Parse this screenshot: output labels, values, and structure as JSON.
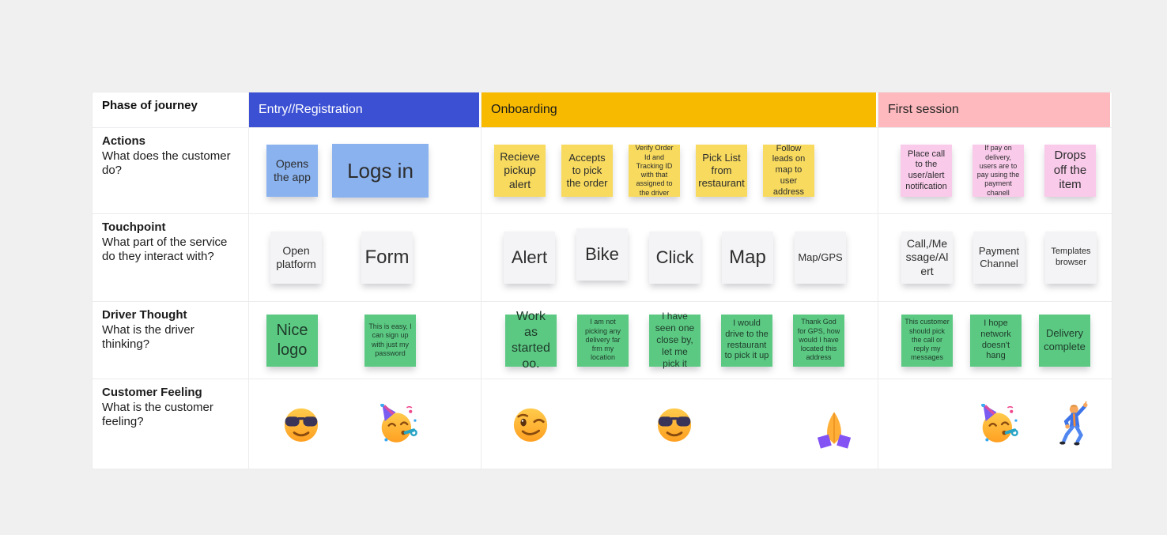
{
  "board": {
    "row_headers": [
      {
        "title": "Phase of journey",
        "subtitle": ""
      },
      {
        "title": "Actions",
        "subtitle": "What does the customer do?"
      },
      {
        "title": "Touchpoint",
        "subtitle": "What part of the service do they interact with?"
      },
      {
        "title": "Driver Thought",
        "subtitle": "What is the driver thinking?"
      },
      {
        "title": "Customer Feeling",
        "subtitle": "What is the customer feeling?"
      }
    ],
    "phases": [
      {
        "label": "Entry//Registration",
        "color": "#3C50D4",
        "text_color": "#ffffff"
      },
      {
        "label": "Onboarding",
        "color": "#F7BA00",
        "text_color": "#1b1b1b"
      },
      {
        "label": "First session",
        "color": "#FDB9BD",
        "text_color": "#242424"
      }
    ]
  },
  "notes": {
    "actions": {
      "entry": [
        "Opens the app",
        "Logs in"
      ],
      "onboarding": [
        "Recieve pickup alert",
        "Accepts to pick the order",
        "Verify Order Id and Tracking ID with that assigned to the driver",
        "Pick List from restaurant",
        "Follow leads on map to user address"
      ],
      "first_session": [
        "Place call to the user/alert notification",
        "If pay on delivery, users are to pay using the payment chanell",
        "Drops off the item"
      ]
    },
    "touchpoints": {
      "entry": [
        "Open platform",
        "Form"
      ],
      "onboarding": [
        "Alert",
        "Bike",
        "Click",
        "Map",
        "Map/GPS"
      ],
      "first_session": [
        "Call,/Message/Alert",
        "Payment Channel",
        "Templates browser"
      ]
    },
    "driver_thoughts": {
      "entry": [
        "Nice logo",
        "This is easy, I can sign up with just my password"
      ],
      "onboarding": [
        "Work as started oo.",
        "I am not picking any delivery far frm my location",
        "I have seen one close by, let me pick it",
        "I would drive to the restaurant to pick it up",
        "Thank God for GPS, how would I have located this address"
      ],
      "first_session": [
        "This customer should pick the call or reply my messages",
        "I hope network doesn't hang",
        "Delivery complete"
      ]
    },
    "feelings": {
      "entry": [
        {
          "name": "face-with-sunglasses",
          "ref": "#i-sunglasses"
        },
        {
          "name": "partying-face",
          "ref": "#i-party"
        }
      ],
      "onboarding": [
        {
          "name": "winking-face",
          "ref": "#i-wink"
        },
        {
          "name": "face-with-sunglasses",
          "ref": "#i-sunglasses"
        },
        {
          "name": "folded-hands",
          "ref": "#i-pray"
        }
      ],
      "first_session": [
        {
          "name": "partying-face",
          "ref": "#i-party"
        },
        {
          "name": "man-dancing",
          "ref": "#i-dance"
        }
      ]
    }
  },
  "colors": {
    "canvas_background": "#f0f0f1",
    "cell_background": "#ffffff",
    "grid_line": "#ececee",
    "note_blue": "#89B2EF",
    "note_yellow": "#F7DA5E",
    "note_pink": "#F9CAEA",
    "note_gray": "#F4F4F6",
    "note_green": "#5CC983"
  }
}
